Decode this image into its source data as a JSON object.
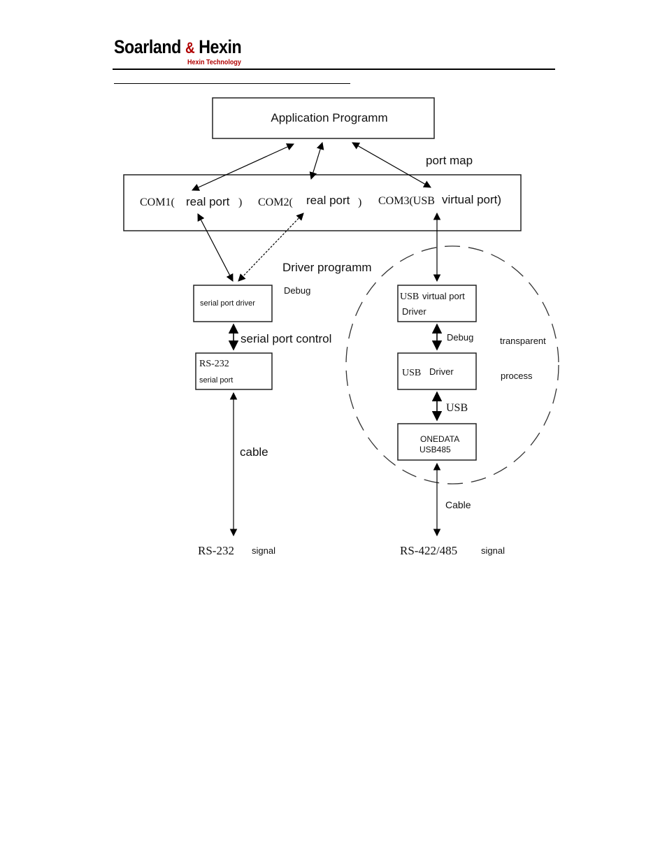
{
  "header": {
    "logo_main_1": "Soarland",
    "logo_amp": "&",
    "logo_main_2": "Hexin",
    "logo_sub": "Hexin Technology",
    "brand_red": "#b00000"
  },
  "diagram": {
    "app_box": "Application Programm",
    "port_map": "port  map",
    "com1_prefix": "COM1(",
    "com1_label": "real port",
    "com1_close": ")",
    "com2_prefix": "COM2(",
    "com2_label": "real port",
    "com2_close": ")",
    "com3_prefix": "COM3(USB",
    "com3_label": "virtual port)",
    "driver_programm": "Driver programm",
    "debug_left": "Debug",
    "serial_port_driver": "serial port driver",
    "serial_port_control": "serial port control",
    "rs232_box_line1": "RS-232",
    "rs232_box_line2": "serial port",
    "cable_left": "cable",
    "rs232_signal_prefix": "RS-232",
    "rs232_signal_suffix": "signal",
    "usb_vport_line1_prefix": "USB",
    "usb_vport_line1": "virtual port",
    "usb_vport_line2": "Driver",
    "debug_right": "Debug",
    "transparent": "transparent",
    "process": "process",
    "usb_driver_prefix": "USB",
    "usb_driver": "Driver",
    "usb_link": "USB",
    "onedata_line1": "ONEDATA",
    "onedata_line2": "USB485",
    "cable_right": "Cable",
    "rs485_signal_prefix": "RS-422/485",
    "rs485_signal_suffix": "signal"
  }
}
